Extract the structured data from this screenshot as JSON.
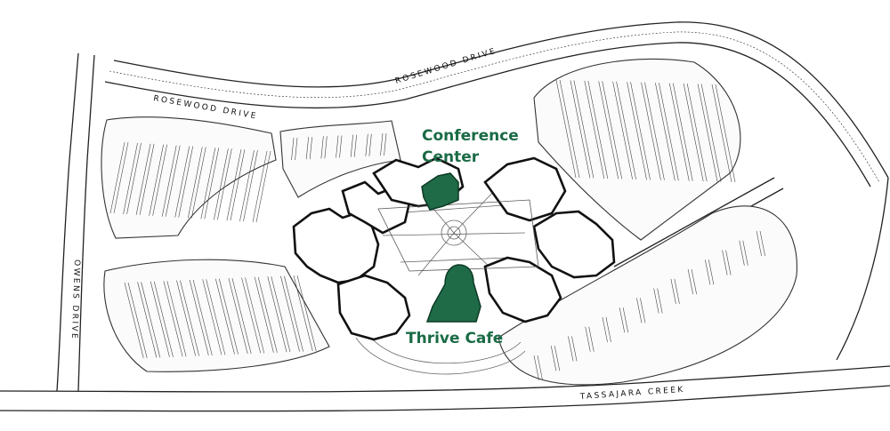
{
  "streets": {
    "rosewood_west": "ROSEWOOD DRIVE",
    "rosewood_east": "ROSEWOOD DRIVE",
    "owens": "OWENS DRIVE",
    "tassajara": "TASSAJARA CREEK"
  },
  "highlights": {
    "conference_line1": "Conference",
    "conference_line2": "Center",
    "cafe": "Thrive Cafe"
  },
  "colors": {
    "highlight_fill": "#1f6b48",
    "label_text": "#1a6b45",
    "lines": "#222222"
  }
}
